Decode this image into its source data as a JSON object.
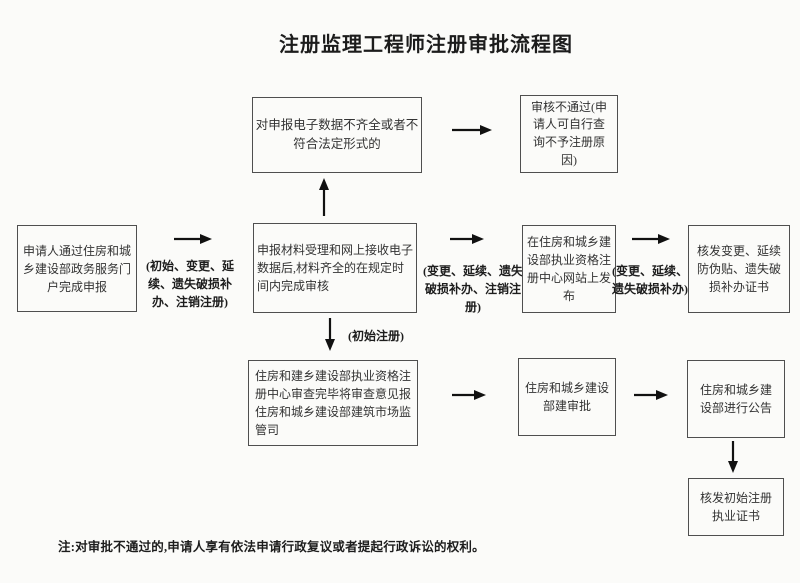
{
  "title": "注册监理工程师注册审批流程图",
  "note": "注:对审批不通过的,申请人享有依法申请行政复议或者提起行政诉讼的权利。",
  "boxes": {
    "incomplete_data": "对申报电子数据不齐全或者不符合法定形式的",
    "review_failed": "审核不通过(申请人可自行查询不予注册原因)",
    "applicant_submit": "申请人通过住房和城乡建设部政务服务门户完成申报",
    "material_review": "申报材料受理和网上接收电子数据后,材料齐全的在规定时间内完成审核",
    "publish_website": "在住房和城乡建设部执业资格注册中心网站上发布",
    "issue_reissue_certificates": "核发变更、延续防伪贴、遗失破损补办证书",
    "center_review_report": "住房和建乡建设部执业资格注册中心审查完毕将审查意见报住房和城乡建设部建筑市场监管司",
    "ministry_approval": "住房和城乡建设部建审批",
    "ministry_announcement": "住房和城乡建设部进行公告",
    "initial_certificate": "核发初始注册执业证书"
  },
  "arrow_labels": {
    "all_types": "(初始、变更、延续、遗失破损补办、注销注册)",
    "non_initial_types": "(变更、延续、遗失破损补办、注销注册)",
    "reissue_types": "(变更、延续、遗失破损补办)",
    "initial_only": "(初始注册)"
  },
  "colors": {
    "background": "#fbfbf9",
    "box_border": "#4f4f4f",
    "text": "#333333",
    "arrow": "#111111"
  }
}
